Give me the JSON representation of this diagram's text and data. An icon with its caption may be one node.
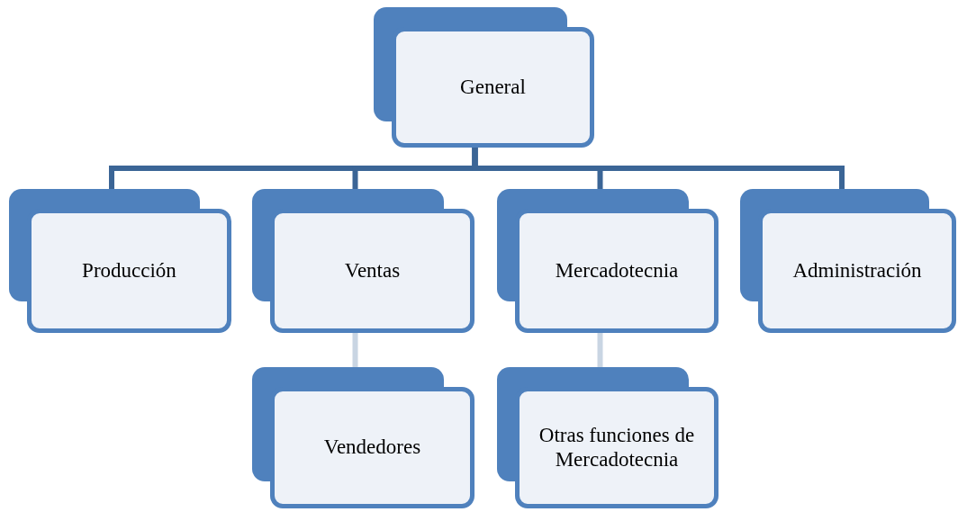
{
  "diagram": {
    "nodes": [
      {
        "text": [
          "General"
        ]
      },
      {
        "text": [
          "Producción"
        ]
      },
      {
        "text": [
          "Ventas"
        ]
      },
      {
        "text": [
          "Mercadotecnia"
        ]
      },
      {
        "text": [
          "Administración"
        ]
      },
      {
        "text": [
          "Vendedores"
        ]
      },
      {
        "text": [
          "Otras funciones de Mercadotecnia"
        ]
      }
    ],
    "edges": [
      {
        "from": 0,
        "to": 1,
        "arrow": "none"
      },
      {
        "from": 0,
        "to": 2,
        "arrow": "none"
      },
      {
        "from": 0,
        "to": 3,
        "arrow": "none"
      },
      {
        "from": 0,
        "to": 4,
        "arrow": "none"
      },
      {
        "from": 2,
        "to": 5,
        "arrow": "none",
        "color": "#c9d5e3"
      },
      {
        "from": 3,
        "to": 6,
        "arrow": "none",
        "color": "#c9d5e3"
      }
    ]
  }
}
